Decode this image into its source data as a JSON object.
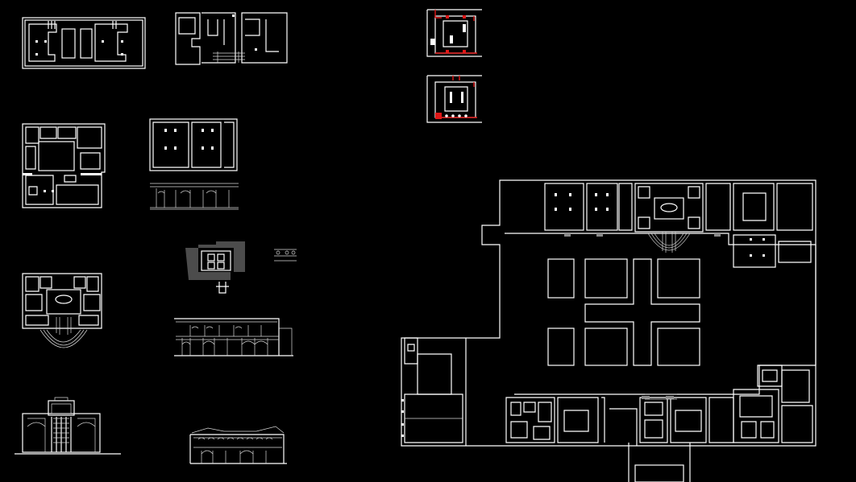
{
  "colors": {
    "background": "#000000",
    "linework": "#ffffff",
    "highlight": "#e01818",
    "hatch": "#8a8a8a"
  },
  "drawings": [
    {
      "id": "floor-plan-a",
      "kind": "floor-plan"
    },
    {
      "id": "floor-plan-b",
      "kind": "floor-plan"
    },
    {
      "id": "floor-plan-c",
      "kind": "floor-plan"
    },
    {
      "id": "floor-plan-d",
      "kind": "floor-plan"
    },
    {
      "id": "floor-plan-e",
      "kind": "floor-plan"
    },
    {
      "id": "site-plan-small",
      "kind": "site-plan"
    },
    {
      "id": "section-a",
      "kind": "section"
    },
    {
      "id": "elevation-a",
      "kind": "elevation"
    },
    {
      "id": "section-b",
      "kind": "section"
    },
    {
      "id": "detail-red-upper",
      "kind": "detail"
    },
    {
      "id": "detail-red-lower",
      "kind": "detail"
    },
    {
      "id": "master-site-plan",
      "kind": "site-plan"
    }
  ]
}
